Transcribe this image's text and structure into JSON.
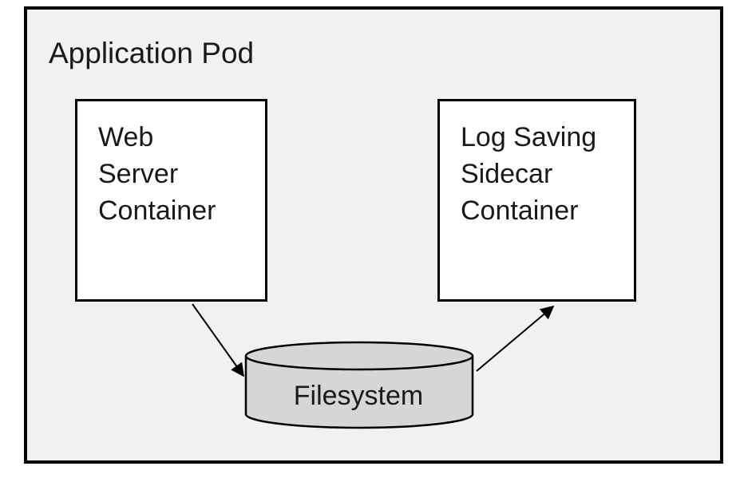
{
  "title": "Application Pod",
  "nodes": {
    "web_server": {
      "lines": [
        "Web",
        "Server",
        "Container"
      ]
    },
    "log_sidecar": {
      "lines": [
        "Log Saving",
        "Sidecar",
        "Container"
      ]
    },
    "filesystem": {
      "label": "Filesystem"
    }
  },
  "edges": [
    {
      "from": "web_server",
      "to": "filesystem"
    },
    {
      "from": "filesystem",
      "to": "log_sidecar"
    }
  ],
  "colors": {
    "pod_bg": "#f1f1f1",
    "node_bg": "#ffffff",
    "cylinder_bg": "#d6d6d6",
    "stroke": "#000000",
    "text": "#1a1a1a"
  }
}
